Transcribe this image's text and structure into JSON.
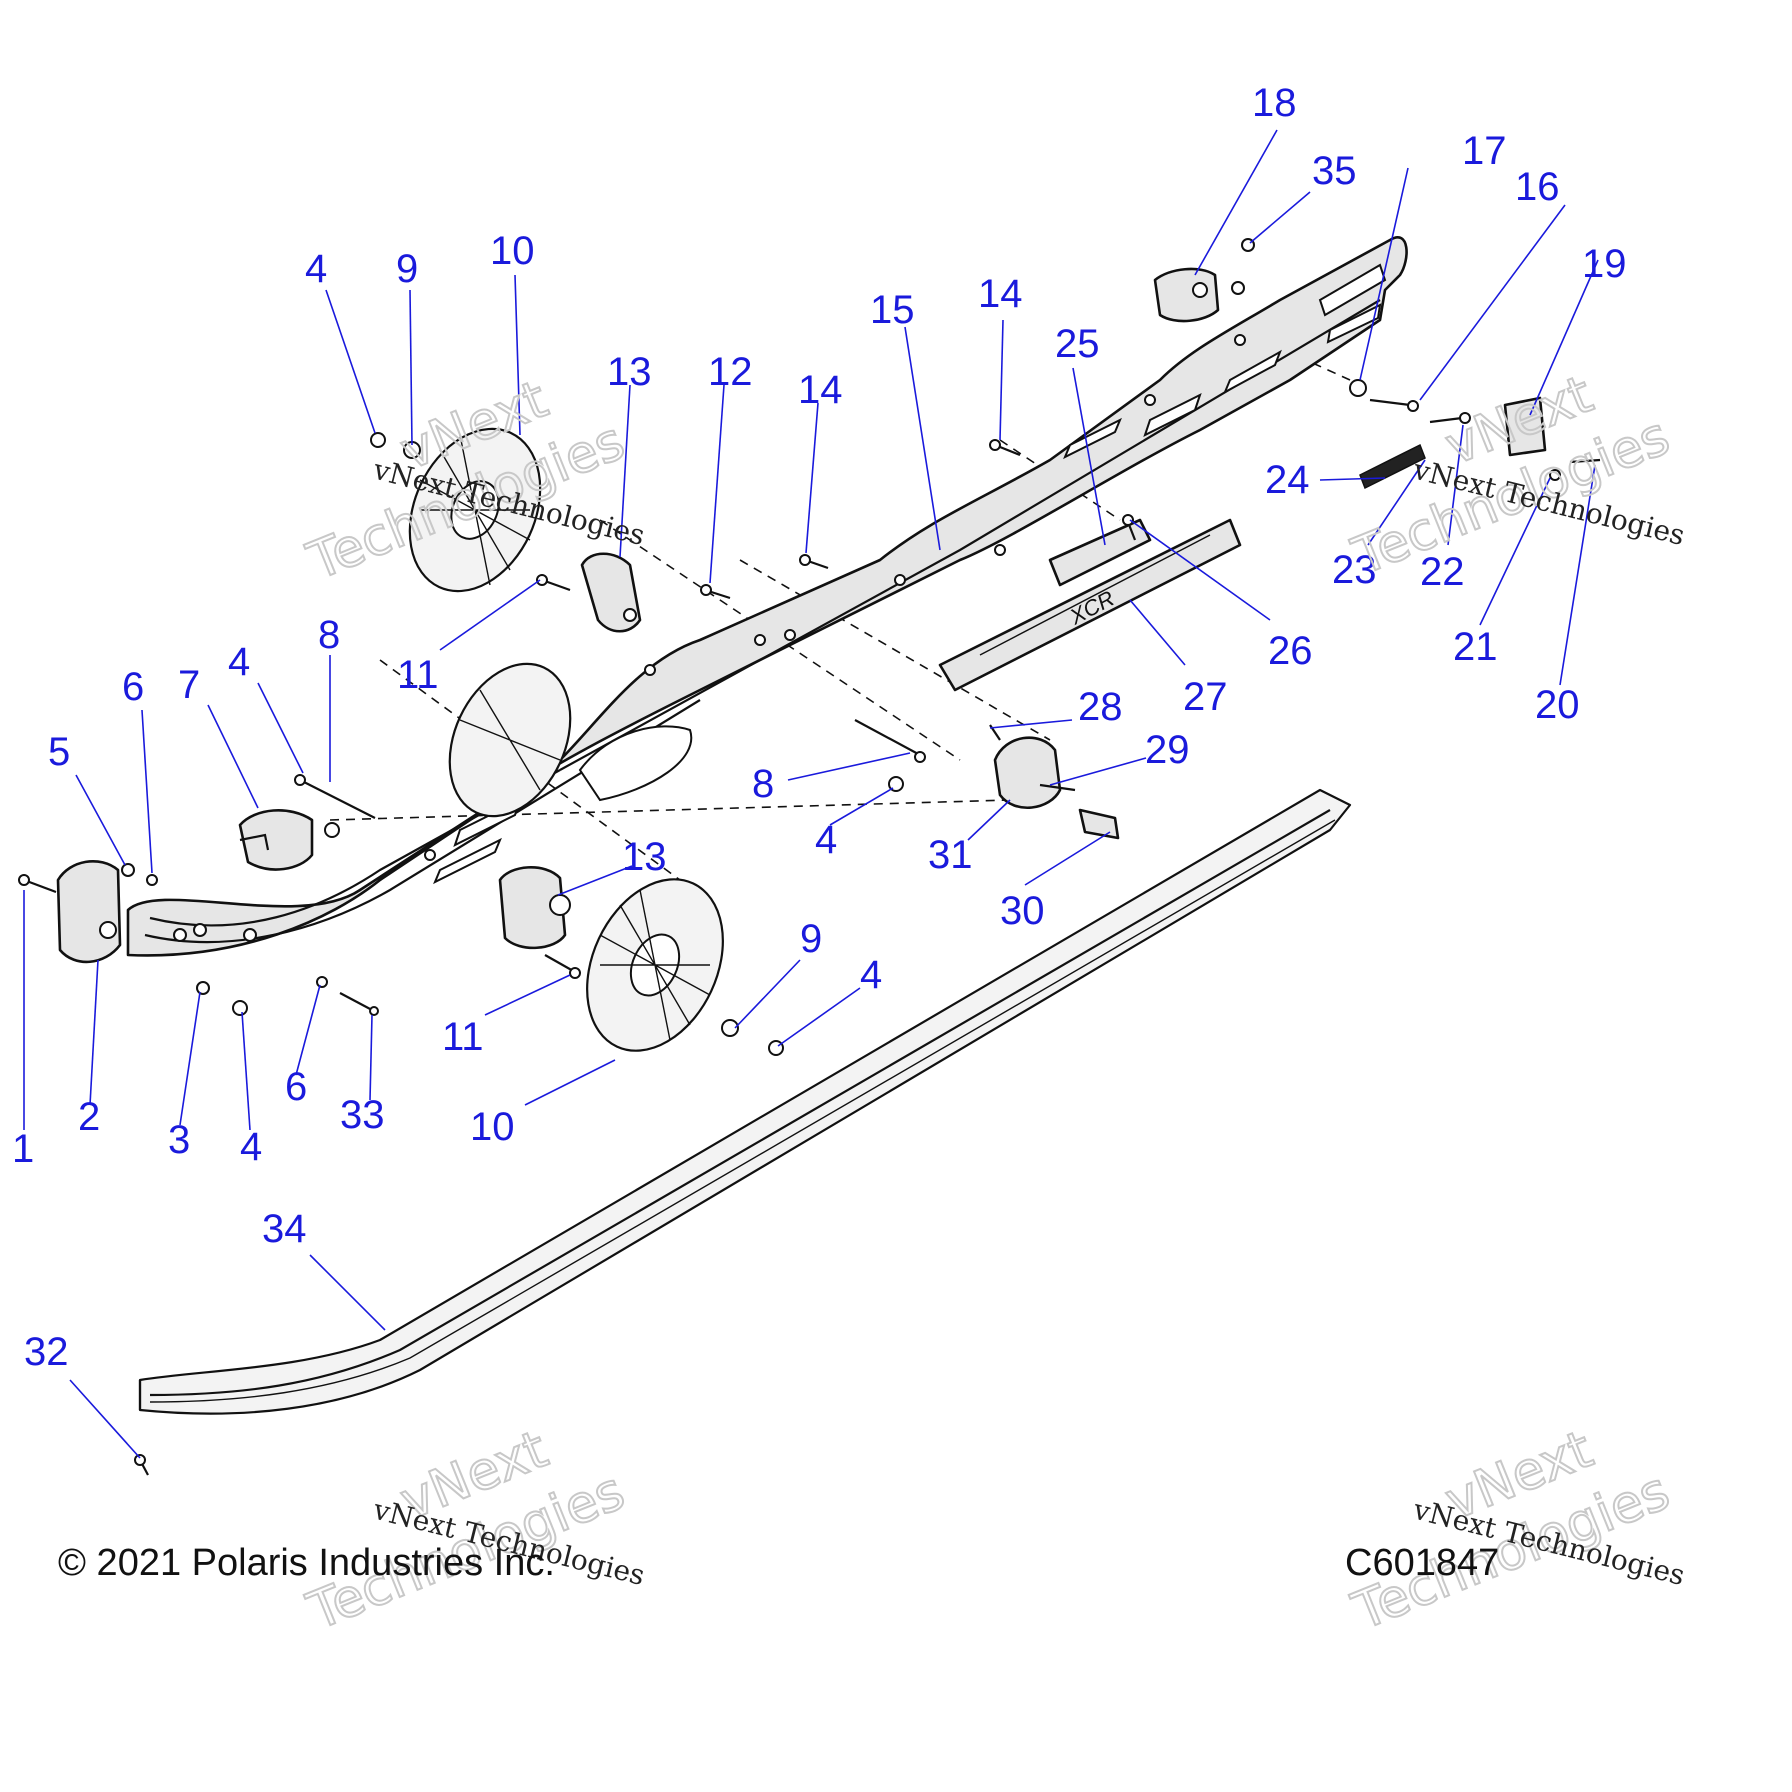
{
  "footer": {
    "copyright": "© 2021 Polaris Industries Inc.",
    "code": "C601847"
  },
  "watermark": {
    "brand": "vNext Technologies",
    "ghost_top": "vNext",
    "ghost_bottom": "Technologies"
  },
  "rail_marking": "XCR",
  "colors": {
    "callout": "#1a1adc",
    "linework": "#111111",
    "part_fill": "#e6e6e6"
  },
  "callouts": [
    {
      "id": "c1",
      "label": "1"
    },
    {
      "id": "c2",
      "label": "2"
    },
    {
      "id": "c3",
      "label": "3"
    },
    {
      "id": "c4a",
      "label": "4"
    },
    {
      "id": "c5",
      "label": "5"
    },
    {
      "id": "c6a",
      "label": "6"
    },
    {
      "id": "c6b",
      "label": "6"
    },
    {
      "id": "c33",
      "label": "33"
    },
    {
      "id": "c7",
      "label": "7"
    },
    {
      "id": "c4b",
      "label": "4"
    },
    {
      "id": "c8a",
      "label": "8"
    },
    {
      "id": "c4c",
      "label": "4"
    },
    {
      "id": "c9a",
      "label": "9"
    },
    {
      "id": "c10a",
      "label": "10"
    },
    {
      "id": "c11a",
      "label": "11"
    },
    {
      "id": "c13a",
      "label": "13"
    },
    {
      "id": "c12",
      "label": "12"
    },
    {
      "id": "c14a",
      "label": "14"
    },
    {
      "id": "c15",
      "label": "15"
    },
    {
      "id": "c14b",
      "label": "14"
    },
    {
      "id": "c25",
      "label": "25"
    },
    {
      "id": "c18",
      "label": "18"
    },
    {
      "id": "c35",
      "label": "35"
    },
    {
      "id": "c17",
      "label": "17"
    },
    {
      "id": "c16",
      "label": "16"
    },
    {
      "id": "c19",
      "label": "19"
    },
    {
      "id": "c24",
      "label": "24"
    },
    {
      "id": "c23",
      "label": "23"
    },
    {
      "id": "c22",
      "label": "22"
    },
    {
      "id": "c21",
      "label": "21"
    },
    {
      "id": "c20",
      "label": "20"
    },
    {
      "id": "c26",
      "label": "26"
    },
    {
      "id": "c27",
      "label": "27"
    },
    {
      "id": "c28",
      "label": "28"
    },
    {
      "id": "c29",
      "label": "29"
    },
    {
      "id": "c31",
      "label": "31"
    },
    {
      "id": "c30",
      "label": "30"
    },
    {
      "id": "c8b",
      "label": "8"
    },
    {
      "id": "c4d",
      "label": "4"
    },
    {
      "id": "c13b",
      "label": "13"
    },
    {
      "id": "c11b",
      "label": "11"
    },
    {
      "id": "c9b",
      "label": "9"
    },
    {
      "id": "c4e",
      "label": "4"
    },
    {
      "id": "c10b",
      "label": "10"
    },
    {
      "id": "c34",
      "label": "34"
    },
    {
      "id": "c32",
      "label": "32"
    }
  ]
}
